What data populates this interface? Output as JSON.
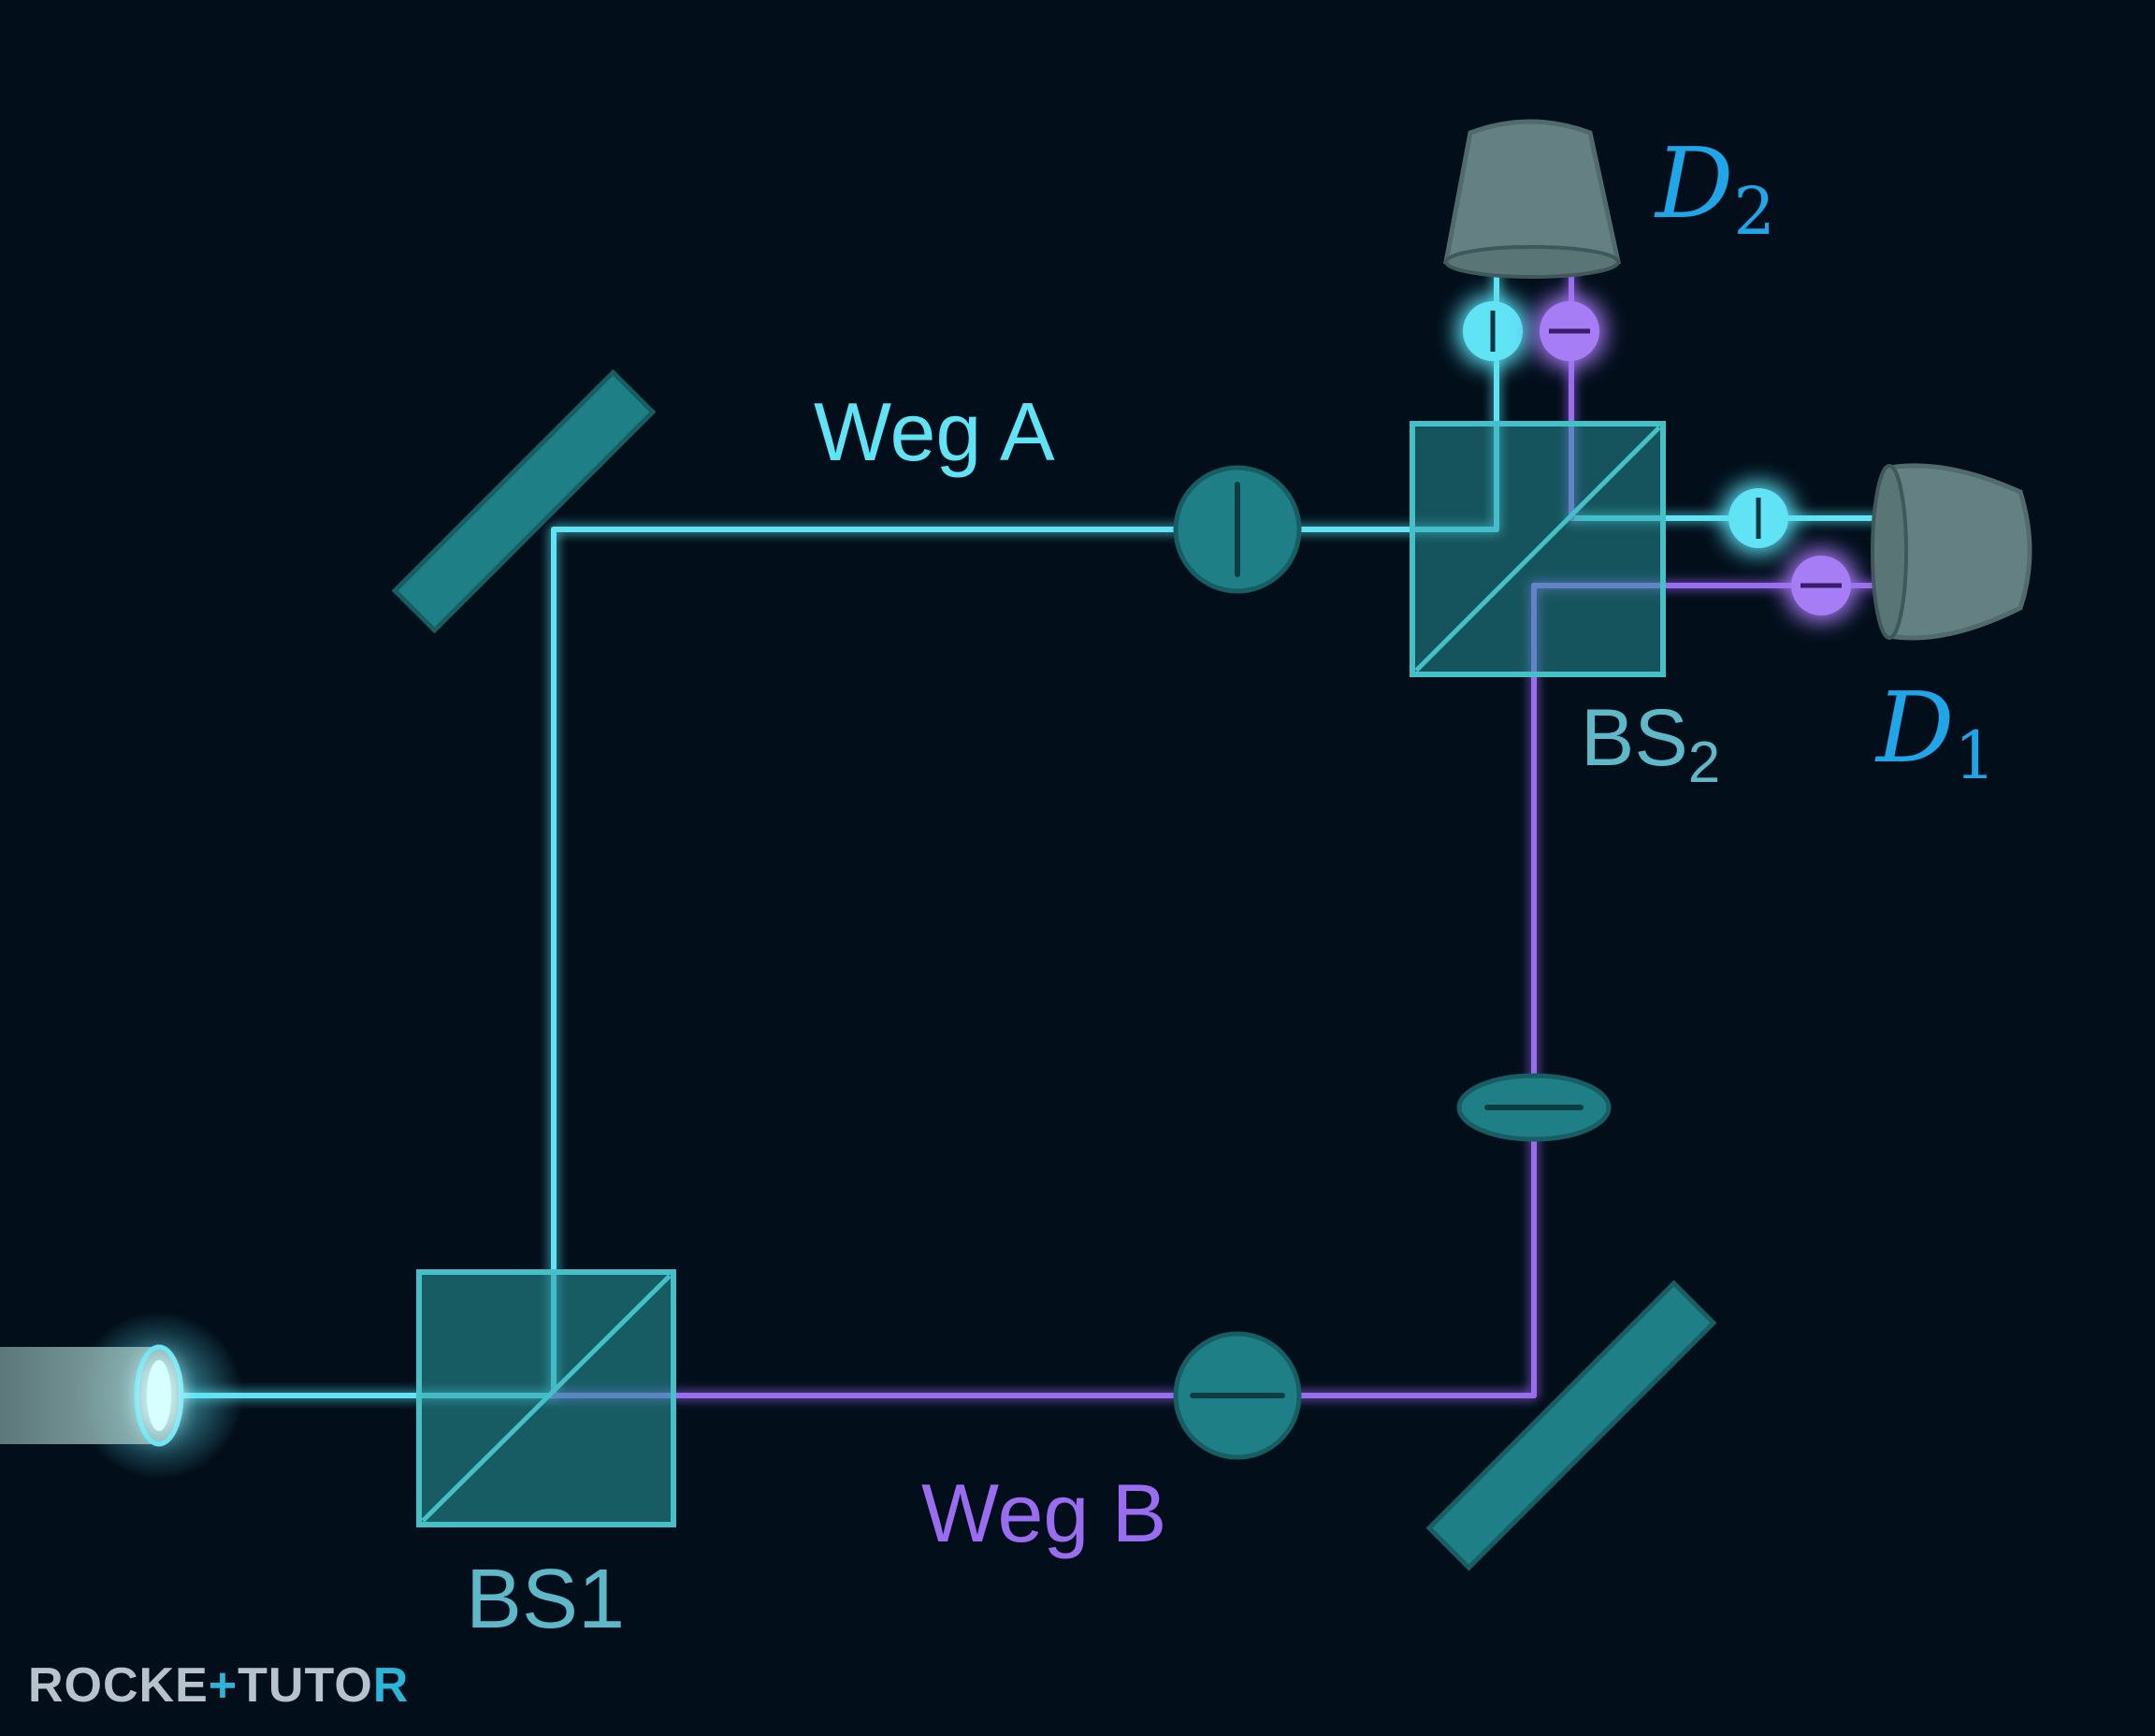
{
  "labels": {
    "path_a": "Weg A",
    "path_b": "Weg B",
    "bs1": "BS1",
    "bs2_main": "BS",
    "bs2_sub": "2",
    "d1_main": "D",
    "d1_sub": "1",
    "d2_main": "D",
    "d2_sub": "2"
  },
  "logo": {
    "part1": "ROCKE",
    "plus": "+",
    "part2": "TUTO",
    "part3": "R"
  },
  "colors": {
    "background": "#020e1a",
    "beam_a": "#5fe3f5",
    "beam_b": "#9a6cf0",
    "component": "#1f7f86",
    "component_stroke": "#2a9aa0",
    "detector": "#6f8d8e",
    "label_a": "#5fe3f5",
    "label_b": "#9a6cf0",
    "label_bs": "#5fb8c8",
    "label_d": "#1fa5e8"
  }
}
